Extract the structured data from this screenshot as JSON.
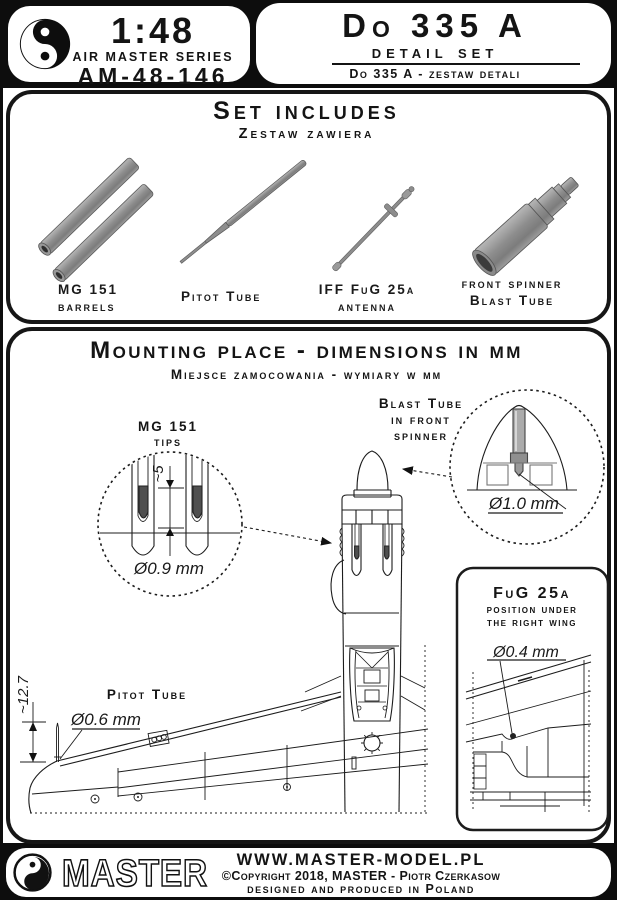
{
  "palette": {
    "ink": "#141414",
    "paper": "#ffffff",
    "part_gray": "#8f8f8f",
    "part_dark": "#4f4f4f"
  },
  "header": {
    "scale": "1:48",
    "series": "AIR MASTER SERIES",
    "code": "AM-48-146",
    "title": "Do 335 A",
    "subtitle": "detail set",
    "subtitle_pl": "Do 335 A - zestaw detali"
  },
  "set_includes": {
    "title": "Set includes",
    "title_pl": "Zestaw zawiera",
    "parts": [
      {
        "line1": "MG 151",
        "line2": "barrels"
      },
      {
        "line1": "Pitot Tube",
        "line2": ""
      },
      {
        "line1": "IFF FuG 25a",
        "line2": "antenna"
      },
      {
        "line1": "front spinner",
        "line2": "Blast Tube"
      }
    ]
  },
  "mounting": {
    "title": "Mounting place - dimensions in mm",
    "title_pl": "Miejsce zamocowania - wymiary w mm",
    "mg151": {
      "label1": "MG 151",
      "label2": "tips",
      "length_dim": "~5",
      "diameter": "Ø0.9 mm"
    },
    "blast_tube": {
      "label1": "Blast Tube",
      "label2": "in front",
      "label3": "spinner",
      "diameter": "Ø1.0 mm"
    },
    "fug25a": {
      "label1": "FuG 25a",
      "label2": "position under",
      "label3": "the right wing",
      "diameter": "Ø0.4 mm"
    },
    "pitot": {
      "label": "Pitot Tube",
      "height_dim": "~12.7",
      "diameter": "Ø0.6 mm"
    }
  },
  "footer": {
    "brand": "MASTER",
    "website": "WWW.MASTER-MODEL.PL",
    "copyright": "©Copyright 2018, MASTER - Piotr Czerkasow",
    "origin": "designed and produced in Poland"
  }
}
